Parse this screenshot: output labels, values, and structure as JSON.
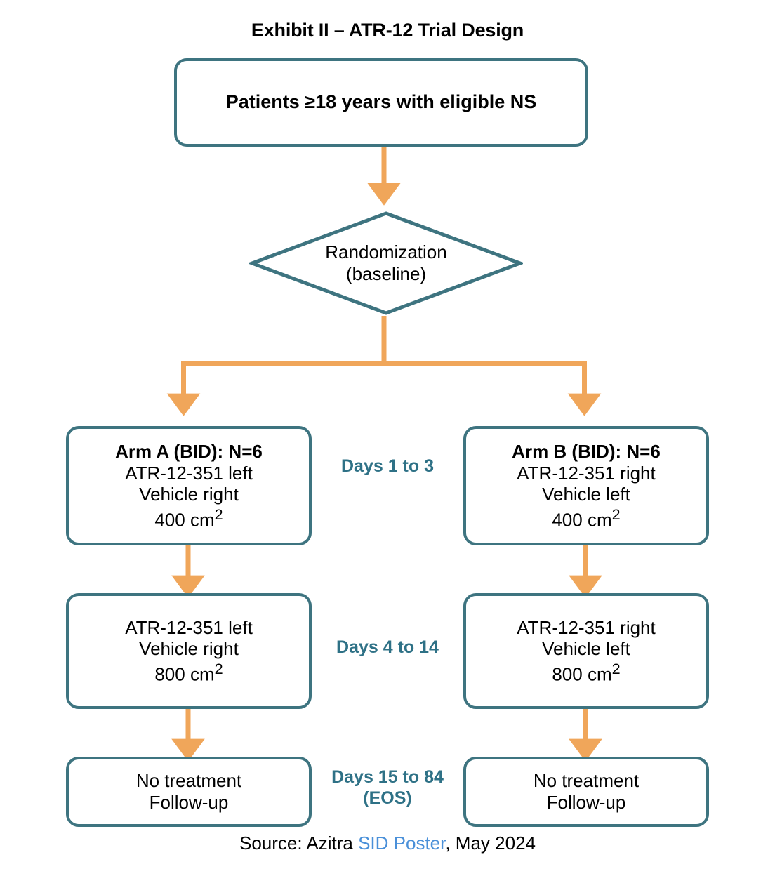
{
  "title": "Exhibit II – ATR-12 Trial Design",
  "colors": {
    "box_border": "#3E7480",
    "arrow": "#F0A65A",
    "period_label": "#2E7186",
    "link": "#4A90D9",
    "text": "#000000",
    "background": "#FFFFFF"
  },
  "nodes": {
    "enrollment": {
      "lines": [
        "Patients ≥18 years with eligible NS"
      ]
    },
    "decision": {
      "lines": [
        "Randomization",
        "(baseline)"
      ]
    },
    "arm_a_phase1": {
      "lines": [
        "Arm A (BID): N=6",
        "ATR-12-351 left",
        "Vehicle right",
        "400 cm"
      ],
      "superscript": "2"
    },
    "arm_b_phase1": {
      "lines": [
        "Arm B (BID): N=6",
        "ATR-12-351 right",
        "Vehicle left",
        "400 cm"
      ],
      "superscript": "2"
    },
    "arm_a_phase2": {
      "lines": [
        "ATR-12-351 left",
        "Vehicle right",
        "800 cm"
      ],
      "superscript": "2"
    },
    "arm_b_phase2": {
      "lines": [
        "ATR-12-351 right",
        "Vehicle left",
        "800 cm"
      ],
      "superscript": "2"
    },
    "arm_a_phase3": {
      "lines": [
        "No treatment",
        "Follow-up"
      ]
    },
    "arm_b_phase3": {
      "lines": [
        "No treatment",
        "Follow-up"
      ]
    }
  },
  "periods": [
    {
      "line1": "Days 1 to 3",
      "line2": ""
    },
    {
      "line1": "Days 4 to 14",
      "line2": ""
    },
    {
      "line1": "Days 15 to 84",
      "line2": "(EOS)"
    }
  ],
  "source": {
    "prefix": "Source: Azitra ",
    "link": "SID Poster",
    "suffix": ", May 2024"
  }
}
